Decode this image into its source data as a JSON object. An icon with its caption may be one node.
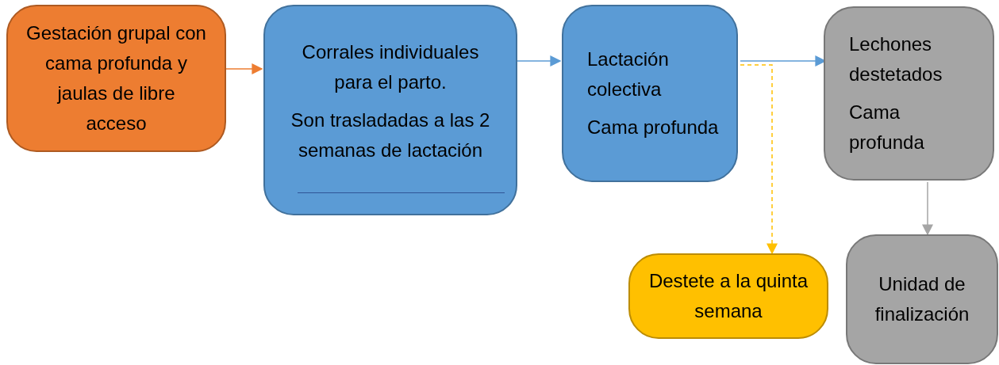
{
  "diagram": {
    "nodes": [
      {
        "text": [
          "Gestación grupal con cama profunda y jaulas de libre acceso"
        ]
      },
      {
        "text": [
          "Corrales individuales para el parto.",
          "Son trasladadas a las 2 semanas de lactación"
        ]
      },
      {
        "text": [
          "Lactación colectiva",
          "Cama profunda"
        ]
      },
      {
        "text": [
          "Lechones destetados",
          "Cama profunda"
        ]
      },
      {
        "text": [
          "Destete a la quinta semana"
        ]
      },
      {
        "text": [
          "Unidad de finalización"
        ]
      }
    ],
    "edges": [
      {
        "from": 0,
        "to": 1,
        "arrow": "to",
        "color": "#ed7d31"
      },
      {
        "from": 1,
        "to": 2,
        "arrow": "to"
      },
      {
        "from": 2,
        "to": 3,
        "arrow": "to"
      },
      {
        "from": 2,
        "to": 4,
        "arrow": "to",
        "style": "dashed",
        "color": "#ffc000"
      },
      {
        "from": 3,
        "to": 5,
        "arrow": "to",
        "color": "#a5a5a5"
      }
    ]
  }
}
